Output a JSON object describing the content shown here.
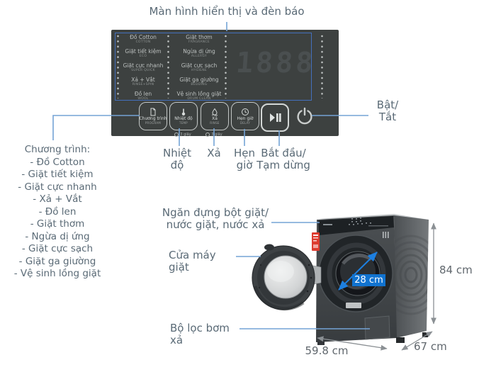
{
  "title": "Màn hình hiển thị và đèn báo",
  "panel": {
    "display_value": "1888",
    "programs_left": [
      {
        "name": "Đồ Cotton",
        "sub": "COTTON"
      },
      {
        "name": "Giặt tiết kiệm",
        "sub": "ECO"
      },
      {
        "name": "Giặt cực nhanh",
        "sub": "SUPER QUICK"
      },
      {
        "name": "Xả + Vắt",
        "sub": "RINSE+SPIN"
      },
      {
        "name": "Đồ len",
        "sub": "WOOL"
      }
    ],
    "programs_right": [
      {
        "name": "Giặt thơm",
        "sub": "FRAGRANCE"
      },
      {
        "name": "Ngừa dị ứng",
        "sub": "ALLERGY"
      },
      {
        "name": "Giặt cực sạch",
        "sub": "HYGIENE"
      },
      {
        "name": "Giặt ga giường",
        "sub": "BEDDING"
      },
      {
        "name": "Vệ sinh lồng giặt",
        "sub": "DRUM CLEAN"
      }
    ],
    "buttons": [
      {
        "label": "Chương trình",
        "sub": "PROGRAM"
      },
      {
        "label": "Nhiệt độ",
        "sub": "TEMP"
      },
      {
        "label": "Xả",
        "sub": "RINSE"
      },
      {
        "label": "Hẹn giờ",
        "sub": "DELAY"
      }
    ],
    "hold_label": "3 giây"
  },
  "callouts": {
    "program_heading": "Chương trình:",
    "program_items": [
      "- Đồ Cotton",
      "- Giặt tiết kiệm",
      "- Giặt cực nhanh",
      "- Xả + Vắt",
      "- Đồ len",
      "- Giặt thơm",
      "- Ngừa dị ứng",
      "- Giặt cực sạch",
      "- Giặt ga giường",
      "- Vệ sinh lồng giặt"
    ],
    "temp": "Nhiệt độ",
    "rinse": "Xả",
    "delay": "Hẹn giờ",
    "start_pause": "Bắt đầu/ Tạm dừng",
    "power": "Bật/ Tắt",
    "drawer": "Ngăn đựng bột giặt/ nước giặt, nước xả",
    "door": "Cửa máy giặt",
    "filter": "Bộ lọc bơm xả"
  },
  "dimensions": {
    "height": "84 cm",
    "width": "59.8 cm",
    "depth": "67 cm",
    "door_diameter": "28 cm"
  },
  "colors": {
    "panel_background": "#3d4140",
    "annotation_blue": "#74a3d6",
    "badge_blue": "#1173d0",
    "dimension_gray": "#8b9094"
  }
}
